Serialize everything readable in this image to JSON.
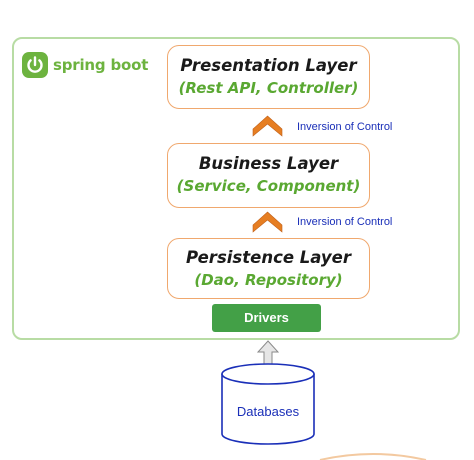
{
  "logo": {
    "text": "spring boot",
    "icon": "power-icon",
    "color": "#6db33f"
  },
  "layers": {
    "presentation": {
      "title": "Presentation Layer",
      "subtitle": "(Rest API, Controller)"
    },
    "business": {
      "title": "Business Layer",
      "subtitle": "(Service, Component)"
    },
    "persistence": {
      "title": "Persistence Layer",
      "subtitle": "(Dao, Repository)"
    }
  },
  "ioc": {
    "upper_label": "Inversion of Control",
    "lower_label": "Inversion of Control",
    "arrow_icon": "chevron-up-icon",
    "arrow_color": "#e67e22"
  },
  "drivers": {
    "label": "Drivers",
    "color": "#43a047"
  },
  "database": {
    "label": "Databases",
    "icon": "database-icon",
    "outline_color": "#1a2fb8"
  },
  "colors": {
    "frame_border": "#b8dca4",
    "layer_border": "#f0a86e",
    "subtitle": "#5aa832",
    "ioc_text": "#1a2fb8"
  }
}
